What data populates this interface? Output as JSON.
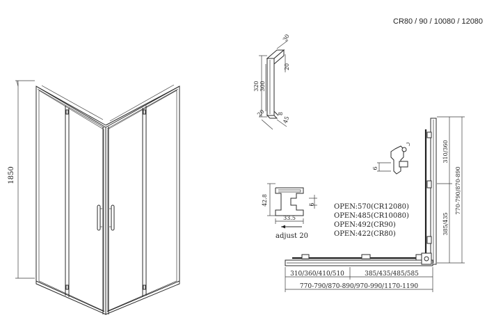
{
  "models": "CR80 / 90 / 10080 / 12080",
  "height_dim": "1850",
  "hinge": {
    "h_total": "320",
    "h_inner": "300",
    "top_w": "30",
    "top_h": "20",
    "bot_w": "20",
    "bot_8": "8",
    "bot_45": "45"
  },
  "profile": {
    "w": "42.8",
    "h": "6",
    "depth": "33.5",
    "adjust": "adjust 20"
  },
  "seal_dim": "6",
  "open": [
    "OPEN:570(CR12080)",
    "OPEN:485(CR10080)",
    "OPEN:492(CR90)",
    "OPEN:422(CR80)"
  ],
  "plan": {
    "left_dim": "310/360/410/510",
    "mid_dim": "385/435/485/585",
    "bottom_dim": "770-790/870-890/970-990/1170-1190",
    "right_top": "310/360",
    "right_mid": "385/435",
    "right_full": "770-790/870-890"
  }
}
